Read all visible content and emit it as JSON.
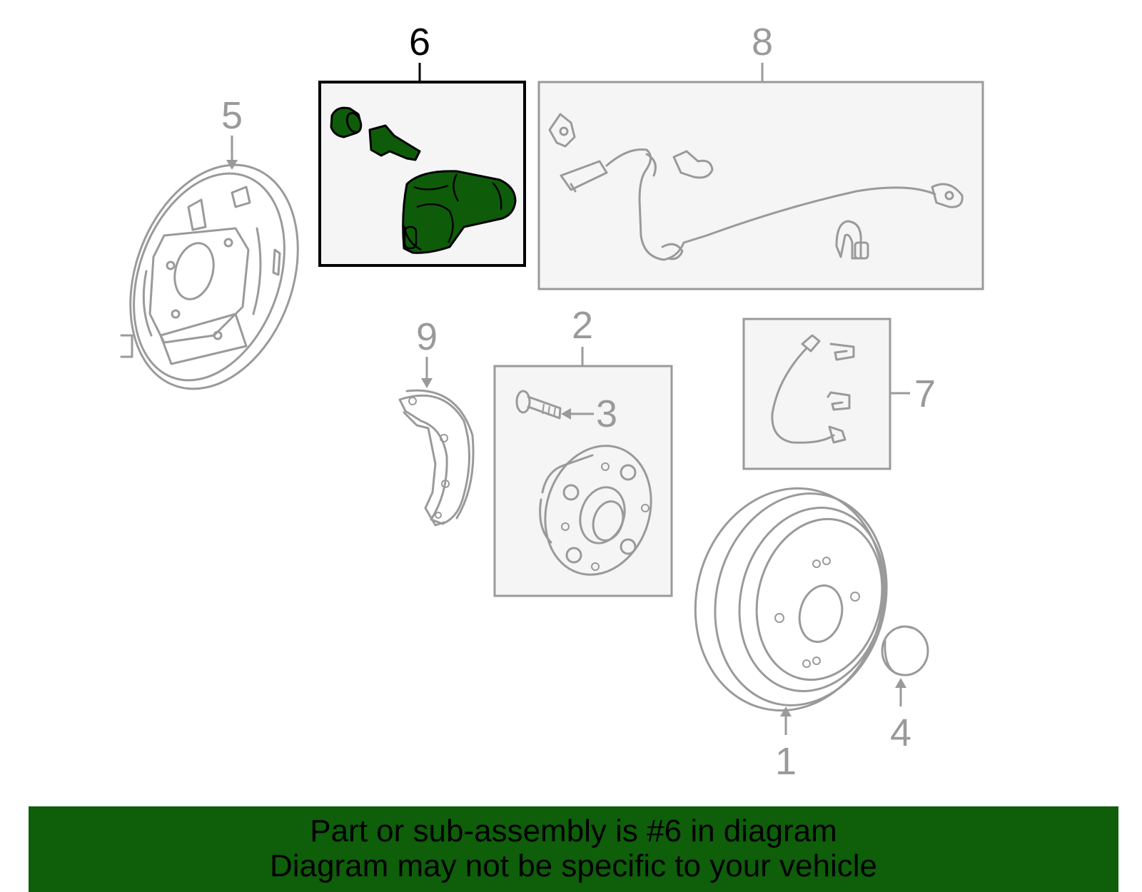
{
  "callouts": {
    "c1": "1",
    "c2": "2",
    "c3": "3",
    "c4": "4",
    "c5": "5",
    "c6": "6",
    "c7": "7",
    "c8": "8",
    "c9": "9"
  },
  "highlighted_part": "6",
  "colors": {
    "highlight_fill": "#0e5c0a",
    "banner_bg": "#0e5e0a",
    "part_stroke": "#9a9a9a"
  },
  "banner": {
    "line1": "Part or sub-assembly is #6 in diagram",
    "line2": "Diagram may not be specific to your vehicle"
  }
}
